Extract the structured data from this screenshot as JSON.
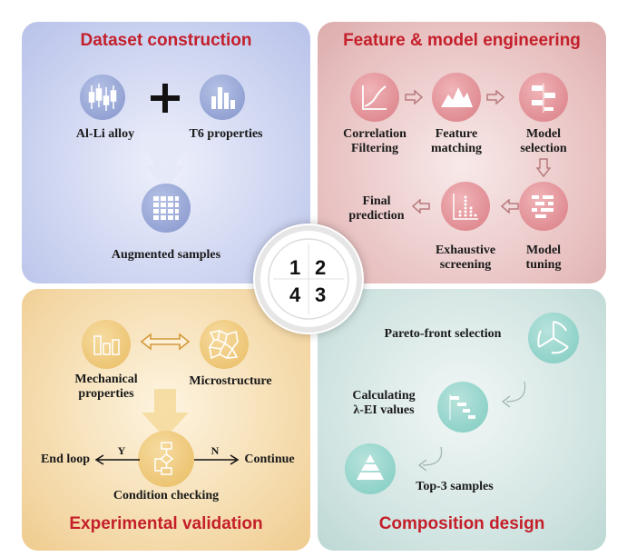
{
  "panels": {
    "dataset": {
      "title": "Dataset construction",
      "alloy_label": "Al-Li alloy",
      "t6_label": "T6 properties",
      "samples_label": "Augmented samples"
    },
    "feature": {
      "title": "Feature & model engineering",
      "correlation_line1": "Correlation",
      "correlation_line2": "Filtering",
      "feature_line1": "Feature",
      "feature_line2": "matching",
      "model_sel_line1": "Model",
      "model_sel_line2": "selection",
      "final_line1": "Final",
      "final_line2": "prediction",
      "exhaustive_line1": "Exhaustive",
      "exhaustive_line2": "screening",
      "tuning_line1": "Model",
      "tuning_line2": "tuning"
    },
    "validation": {
      "title": "Experimental validation",
      "mech_line1": "Mechanical",
      "mech_line2": "properties",
      "micro_label": "Microstructure",
      "end_label": "End loop",
      "continue_label": "Continue",
      "yes_label": "Y",
      "no_label": "N",
      "condition_label": "Condition checking"
    },
    "composition": {
      "title": "Composition design",
      "pareto_label": "Pareto-front selection",
      "calc_line1": "Calculating",
      "calc_line2": "λ-EI values",
      "top_label": "Top-3 samples"
    }
  },
  "hub": {
    "n1": "1",
    "n2": "2",
    "n3": "3",
    "n4": "4"
  },
  "colors": {
    "title": "#c41f2a",
    "blue": "#8595cc",
    "red": "#d97d84",
    "orange": "#e9bc62",
    "teal": "#7ecbc0"
  }
}
